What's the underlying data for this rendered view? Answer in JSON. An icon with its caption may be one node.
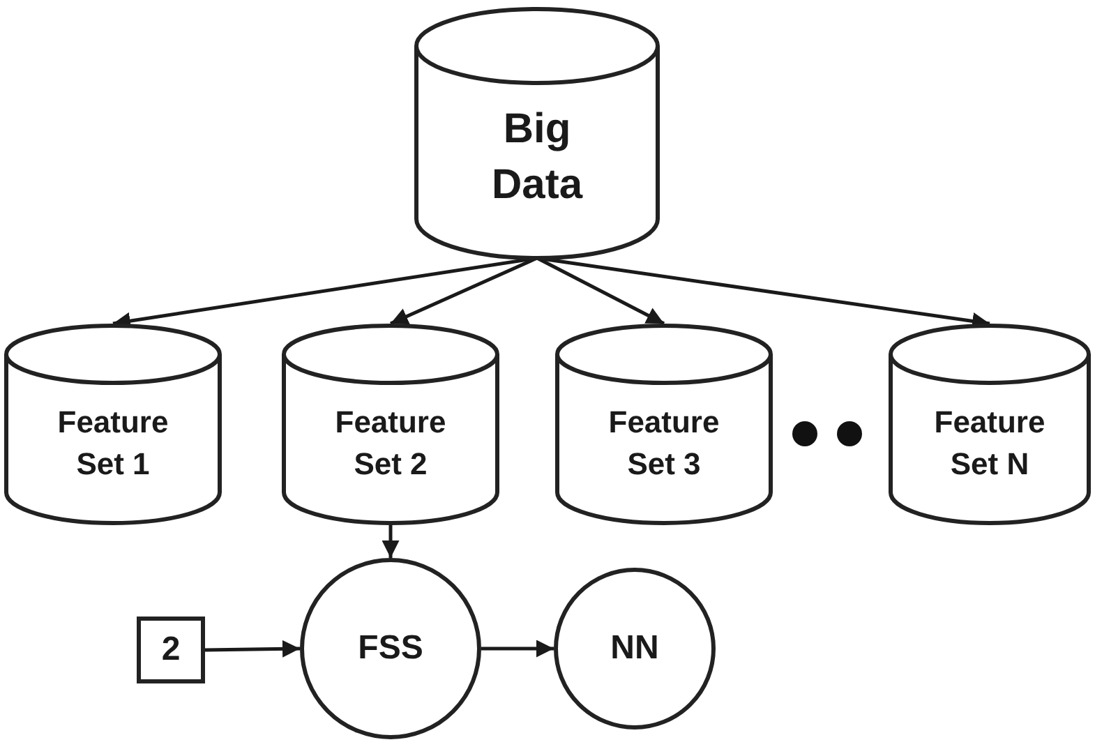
{
  "diagram": {
    "nodes": [
      {
        "text": [
          "Big Data"
        ]
      },
      {
        "text": [
          "Feature Set 1"
        ]
      },
      {
        "text": [
          "Feature Set 2"
        ]
      },
      {
        "text": [
          "Feature Set 3"
        ]
      },
      {
        "text": [
          "Feature Set N"
        ]
      },
      {
        "text": [
          "FSS"
        ]
      },
      {
        "text": [
          "NN"
        ]
      },
      {
        "text": [
          "2"
        ]
      }
    ],
    "edges": [
      {
        "from": 0,
        "to": 1,
        "arrow": "to"
      },
      {
        "from": 0,
        "to": 2,
        "arrow": "to"
      },
      {
        "from": 0,
        "to": 3,
        "arrow": "to"
      },
      {
        "from": 0,
        "to": 4,
        "arrow": "to"
      },
      {
        "from": 2,
        "to": 5,
        "arrow": "to"
      },
      {
        "from": 7,
        "to": 5,
        "arrow": "to"
      },
      {
        "from": 5,
        "to": 6,
        "arrow": "to"
      }
    ]
  }
}
